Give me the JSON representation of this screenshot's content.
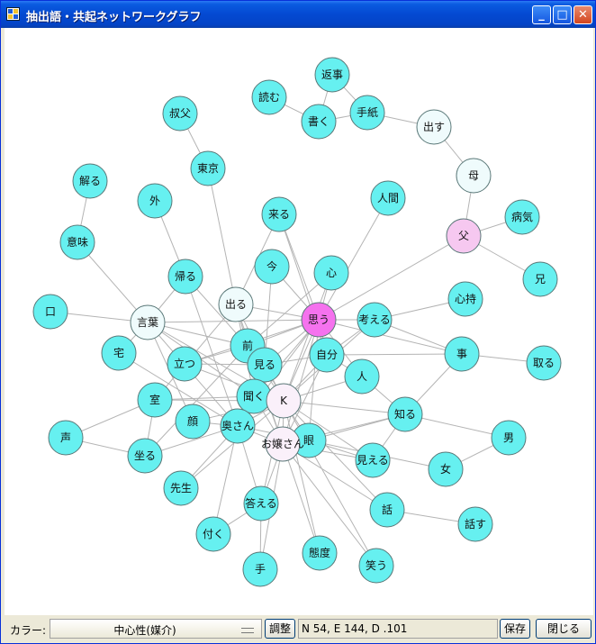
{
  "window": {
    "title": "抽出語・共起ネットワークグラフ",
    "minimize_glyph": "_",
    "maximize_glyph": "□",
    "close_glyph": "✕",
    "app_icon": "grid-app-icon"
  },
  "graph": {
    "colors": {
      "cyan": "#66F0F0",
      "pale": "#EFFBFC",
      "pink": "#F6C8F0",
      "magenta": "#F572EE",
      "lavender": "#FAF0FA",
      "edge": "#B4B4B4",
      "node_stroke": "#5A7878"
    },
    "nodes": [
      {
        "id": "返事",
        "label": "返事",
        "color": "cyan"
      },
      {
        "id": "読む",
        "label": "読む",
        "color": "cyan"
      },
      {
        "id": "手紙",
        "label": "手紙",
        "color": "cyan"
      },
      {
        "id": "書く",
        "label": "書く",
        "color": "cyan"
      },
      {
        "id": "叔父",
        "label": "叔父",
        "color": "cyan"
      },
      {
        "id": "出す",
        "label": "出す",
        "color": "pale"
      },
      {
        "id": "東京",
        "label": "東京",
        "color": "cyan"
      },
      {
        "id": "母",
        "label": "母",
        "color": "pale"
      },
      {
        "id": "解る",
        "label": "解る",
        "color": "cyan"
      },
      {
        "id": "外",
        "label": "外",
        "color": "cyan"
      },
      {
        "id": "人間",
        "label": "人間",
        "color": "cyan"
      },
      {
        "id": "来る",
        "label": "来る",
        "color": "cyan"
      },
      {
        "id": "病気",
        "label": "病気",
        "color": "cyan"
      },
      {
        "id": "父",
        "label": "父",
        "color": "pink"
      },
      {
        "id": "意味",
        "label": "意味",
        "color": "cyan"
      },
      {
        "id": "今",
        "label": "今",
        "color": "cyan"
      },
      {
        "id": "心",
        "label": "心",
        "color": "cyan"
      },
      {
        "id": "帰る",
        "label": "帰る",
        "color": "cyan"
      },
      {
        "id": "兄",
        "label": "兄",
        "color": "cyan"
      },
      {
        "id": "出る",
        "label": "出る",
        "color": "pale"
      },
      {
        "id": "心持",
        "label": "心持",
        "color": "cyan"
      },
      {
        "id": "口",
        "label": "口",
        "color": "cyan"
      },
      {
        "id": "思う",
        "label": "思う",
        "color": "magenta"
      },
      {
        "id": "考える",
        "label": "考える",
        "color": "cyan"
      },
      {
        "id": "言葉",
        "label": "言葉",
        "color": "pale"
      },
      {
        "id": "宅",
        "label": "宅",
        "color": "cyan"
      },
      {
        "id": "前",
        "label": "前",
        "color": "cyan"
      },
      {
        "id": "立つ",
        "label": "立つ",
        "color": "cyan"
      },
      {
        "id": "見る",
        "label": "見る",
        "color": "cyan"
      },
      {
        "id": "自分",
        "label": "自分",
        "color": "cyan"
      },
      {
        "id": "事",
        "label": "事",
        "color": "cyan"
      },
      {
        "id": "取る",
        "label": "取る",
        "color": "cyan"
      },
      {
        "id": "人",
        "label": "人",
        "color": "cyan"
      },
      {
        "id": "室",
        "label": "室",
        "color": "cyan"
      },
      {
        "id": "聞く",
        "label": "聞く",
        "color": "cyan"
      },
      {
        "id": "K",
        "label": "K",
        "color": "lavender"
      },
      {
        "id": "知る",
        "label": "知る",
        "color": "cyan"
      },
      {
        "id": "顔",
        "label": "顔",
        "color": "cyan"
      },
      {
        "id": "奥さん",
        "label": "奥さん",
        "color": "cyan"
      },
      {
        "id": "声",
        "label": "声",
        "color": "cyan"
      },
      {
        "id": "眼",
        "label": "眼",
        "color": "cyan"
      },
      {
        "id": "男",
        "label": "男",
        "color": "cyan"
      },
      {
        "id": "お嬢さん",
        "label": "お嬢さん",
        "color": "lavender"
      },
      {
        "id": "坐る",
        "label": "坐る",
        "color": "cyan"
      },
      {
        "id": "見える",
        "label": "見える",
        "color": "cyan"
      },
      {
        "id": "女",
        "label": "女",
        "color": "cyan"
      },
      {
        "id": "先生",
        "label": "先生",
        "color": "cyan"
      },
      {
        "id": "答える",
        "label": "答える",
        "color": "cyan"
      },
      {
        "id": "話",
        "label": "話",
        "color": "cyan"
      },
      {
        "id": "話す",
        "label": "話す",
        "color": "cyan"
      },
      {
        "id": "付く",
        "label": "付く",
        "color": "cyan"
      },
      {
        "id": "態度",
        "label": "態度",
        "color": "cyan"
      },
      {
        "id": "笑う",
        "label": "笑う",
        "color": "cyan"
      },
      {
        "id": "手",
        "label": "手",
        "color": "cyan"
      }
    ],
    "edges": [
      [
        "返事",
        "手紙"
      ],
      [
        "返事",
        "書く"
      ],
      [
        "読む",
        "書く"
      ],
      [
        "手紙",
        "書く"
      ],
      [
        "手紙",
        "出す"
      ],
      [
        "出す",
        "母"
      ],
      [
        "母",
        "父"
      ],
      [
        "父",
        "病気"
      ],
      [
        "父",
        "兄"
      ],
      [
        "父",
        "思う"
      ],
      [
        "叔父",
        "東京"
      ],
      [
        "東京",
        "出る"
      ],
      [
        "解る",
        "意味"
      ],
      [
        "意味",
        "言葉"
      ],
      [
        "外",
        "帰る"
      ],
      [
        "人間",
        "思う"
      ],
      [
        "来る",
        "思う"
      ],
      [
        "来る",
        "出る"
      ],
      [
        "来る",
        "自分"
      ],
      [
        "口",
        "言葉"
      ],
      [
        "今",
        "思う"
      ],
      [
        "今",
        "見る"
      ],
      [
        "心",
        "思う"
      ],
      [
        "心",
        "前"
      ],
      [
        "心",
        "K"
      ],
      [
        "帰る",
        "言葉"
      ],
      [
        "帰る",
        "前"
      ],
      [
        "帰る",
        "奥さん"
      ],
      [
        "出る",
        "思う"
      ],
      [
        "出る",
        "前"
      ],
      [
        "出る",
        "K"
      ],
      [
        "出る",
        "聞く"
      ],
      [
        "出る",
        "お嬢さん"
      ],
      [
        "出る",
        "室"
      ],
      [
        "心持",
        "考える"
      ],
      [
        "思う",
        "考える"
      ],
      [
        "思う",
        "自分"
      ],
      [
        "思う",
        "K"
      ],
      [
        "思う",
        "見る"
      ],
      [
        "思う",
        "前"
      ],
      [
        "思う",
        "聞く"
      ],
      [
        "思う",
        "奥さん"
      ],
      [
        "思う",
        "お嬢さん"
      ],
      [
        "思う",
        "人"
      ],
      [
        "思う",
        "事"
      ],
      [
        "思う",
        "眼"
      ],
      [
        "思う",
        "立つ"
      ],
      [
        "思う",
        "言葉"
      ],
      [
        "考える",
        "事"
      ],
      [
        "考える",
        "自分"
      ],
      [
        "考える",
        "K"
      ],
      [
        "言葉",
        "K"
      ],
      [
        "言葉",
        "奥さん"
      ],
      [
        "言葉",
        "聞く"
      ],
      [
        "言葉",
        "宅"
      ],
      [
        "言葉",
        "前"
      ],
      [
        "言葉",
        "顔"
      ],
      [
        "宅",
        "奥さん"
      ],
      [
        "前",
        "K"
      ],
      [
        "前",
        "お嬢さん"
      ],
      [
        "前",
        "坐る"
      ],
      [
        "前",
        "立つ"
      ],
      [
        "立つ",
        "K"
      ],
      [
        "立つ",
        "見る"
      ],
      [
        "見る",
        "K"
      ],
      [
        "見る",
        "自分"
      ],
      [
        "自分",
        "K"
      ],
      [
        "自分",
        "人"
      ],
      [
        "自分",
        "事"
      ],
      [
        "自分",
        "お嬢さん"
      ],
      [
        "事",
        "取る"
      ],
      [
        "事",
        "知る"
      ],
      [
        "人",
        "K"
      ],
      [
        "室",
        "K"
      ],
      [
        "室",
        "聞く"
      ],
      [
        "室",
        "声"
      ],
      [
        "室",
        "坐る"
      ],
      [
        "聞く",
        "K"
      ],
      [
        "聞く",
        "奥さん"
      ],
      [
        "聞く",
        "お嬢さん"
      ],
      [
        "K",
        "知る"
      ],
      [
        "K",
        "眼"
      ],
      [
        "K",
        "見える"
      ],
      [
        "K",
        "お嬢さん"
      ],
      [
        "K",
        "奥さん"
      ],
      [
        "K",
        "顔"
      ],
      [
        "K",
        "話"
      ],
      [
        "K",
        "態度"
      ],
      [
        "K",
        "答える"
      ],
      [
        "K",
        "先生"
      ],
      [
        "K",
        "笑う"
      ],
      [
        "奥さん",
        "お嬢さん"
      ],
      [
        "奥さん",
        "顔"
      ],
      [
        "奥さん",
        "坐る"
      ],
      [
        "奥さん",
        "答える"
      ],
      [
        "奥さん",
        "付く"
      ],
      [
        "奥さん",
        "眼"
      ],
      [
        "奥さん",
        "先生"
      ],
      [
        "お嬢さん",
        "眼"
      ],
      [
        "お嬢さん",
        "見える"
      ],
      [
        "お嬢さん",
        "話"
      ],
      [
        "お嬢さん",
        "態度"
      ],
      [
        "お嬢さん",
        "笑う"
      ],
      [
        "お嬢さん",
        "知る"
      ],
      [
        "お嬢さん",
        "手"
      ],
      [
        "お嬢さん",
        "答える"
      ],
      [
        "眼",
        "見える"
      ],
      [
        "眼",
        "知る"
      ],
      [
        "眼",
        "女"
      ],
      [
        "知る",
        "男"
      ],
      [
        "女",
        "男"
      ],
      [
        "話",
        "話す"
      ],
      [
        "答える",
        "付く"
      ],
      [
        "答える",
        "手"
      ],
      [
        "坐る",
        "声"
      ],
      [
        "人",
        "知る"
      ],
      [
        "見える",
        "知る"
      ]
    ]
  },
  "statusbar": {
    "color_label": "カラー:",
    "color_value": "中心性(媒介)",
    "adjust_label": "調整",
    "info": "N 54, E 144, D .101",
    "save_label": "保存",
    "close_label": "閉じる"
  }
}
